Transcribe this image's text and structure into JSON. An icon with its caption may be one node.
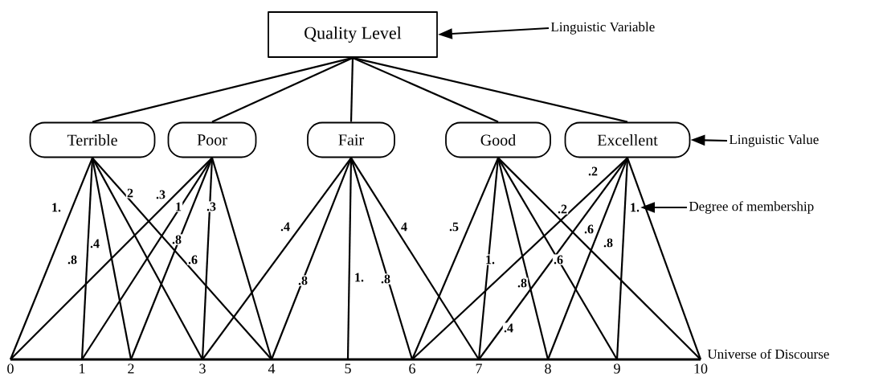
{
  "diagram": {
    "nodes": [
      {
        "text": [
          "Quality Level"
        ]
      },
      {
        "text": [
          "Terrible"
        ]
      },
      {
        "text": [
          "Poor"
        ]
      },
      {
        "text": [
          "Fair"
        ]
      },
      {
        "text": [
          "Good"
        ]
      },
      {
        "text": [
          "Excellent"
        ]
      },
      {
        "text": [
          "0"
        ]
      },
      {
        "text": [
          "1"
        ]
      },
      {
        "text": [
          "2"
        ]
      },
      {
        "text": [
          "3"
        ]
      },
      {
        "text": [
          "4"
        ]
      },
      {
        "text": [
          "5"
        ]
      },
      {
        "text": [
          "6"
        ]
      },
      {
        "text": [
          "7"
        ]
      },
      {
        "text": [
          "8"
        ]
      },
      {
        "text": [
          "9"
        ]
      },
      {
        "text": [
          "10"
        ]
      },
      {
        "text": [
          "Linguistic Variable"
        ]
      },
      {
        "text": [
          "Linguistic Value"
        ]
      },
      {
        "text": [
          "Degree of membership"
        ]
      }
    ],
    "edges": [
      {
        "from": 0,
        "to": 1,
        "arrow": "none"
      },
      {
        "from": 0,
        "to": 2,
        "arrow": "none"
      },
      {
        "from": 0,
        "to": 3,
        "arrow": "none"
      },
      {
        "from": 0,
        "to": 4,
        "arrow": "none"
      },
      {
        "from": 0,
        "to": 5,
        "arrow": "none"
      },
      {
        "from": 1,
        "to": 6,
        "arrow": "none",
        "label": "1."
      },
      {
        "from": 1,
        "to": 7,
        "arrow": "none",
        "label": ".8"
      },
      {
        "from": 1,
        "to": 8,
        "arrow": "none",
        "label": ".4"
      },
      {
        "from": 1,
        "to": 9,
        "arrow": "none",
        "label": "2"
      },
      {
        "from": 1,
        "to": 10,
        "arrow": "none",
        "label": ".6"
      },
      {
        "from": 2,
        "to": 6,
        "arrow": "none",
        "label": ".3"
      },
      {
        "from": 2,
        "to": 7,
        "arrow": "none",
        "label": "1"
      },
      {
        "from": 2,
        "to": 8,
        "arrow": "none",
        "label": ".8"
      },
      {
        "from": 2,
        "to": 9,
        "arrow": "none",
        "label": ".3"
      },
      {
        "from": 2,
        "to": 10,
        "arrow": "none"
      },
      {
        "from": 3,
        "to": 9,
        "arrow": "none",
        "label": ".4"
      },
      {
        "from": 3,
        "to": 10,
        "arrow": "none",
        "label": ".8"
      },
      {
        "from": 3,
        "to": 11,
        "arrow": "none",
        "label": "1."
      },
      {
        "from": 3,
        "to": 12,
        "arrow": "none",
        "label": ".8"
      },
      {
        "from": 3,
        "to": 13,
        "arrow": "none",
        "label": "4"
      },
      {
        "from": 4,
        "to": 12,
        "arrow": "none",
        "label": ".5"
      },
      {
        "from": 4,
        "to": 13,
        "arrow": "none",
        "label": "1."
      },
      {
        "from": 4,
        "to": 14,
        "arrow": "none",
        "label": ".8"
      },
      {
        "from": 4,
        "to": 15,
        "arrow": "none",
        "label": ".6"
      },
      {
        "from": 4,
        "to": 16,
        "arrow": "none",
        "label": ".2"
      },
      {
        "from": 5,
        "to": 12,
        "arrow": "none",
        "label": ".2"
      },
      {
        "from": 5,
        "to": 13,
        "arrow": "none",
        "label": ".4"
      },
      {
        "from": 5,
        "to": 14,
        "arrow": "none",
        "label": ".6"
      },
      {
        "from": 5,
        "to": 15,
        "arrow": "none",
        "label": ".8"
      },
      {
        "from": 5,
        "to": 16,
        "arrow": "none",
        "label": "1."
      },
      {
        "from": 17,
        "to": 0,
        "arrow": "to"
      },
      {
        "from": 18,
        "to": 5,
        "arrow": "to"
      },
      {
        "from": 19,
        "to": null,
        "arrow": "to"
      }
    ],
    "labels": [
      "Universe of Discourse"
    ]
  }
}
